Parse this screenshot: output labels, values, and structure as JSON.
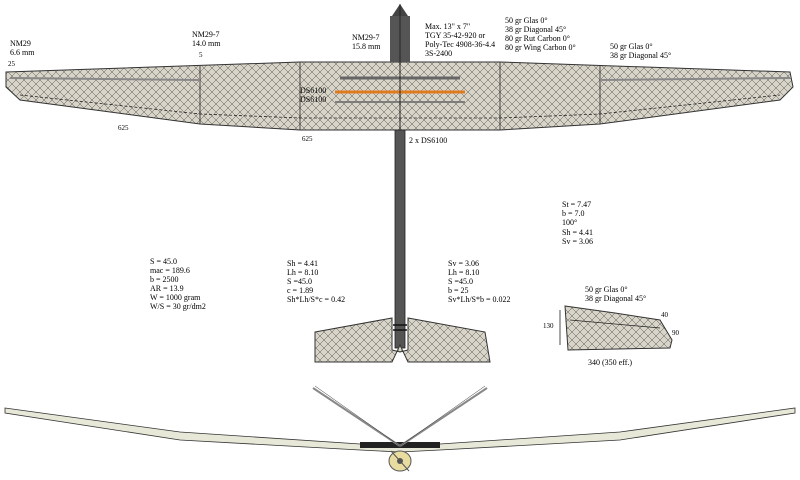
{
  "airfoils": {
    "tip": {
      "name": "NM29",
      "thickness": "6.6 mm"
    },
    "mid": {
      "name": "NM29-7",
      "thickness": "14.0 mm"
    },
    "root": {
      "name": "NM29-7",
      "thickness": "15.8 mm"
    }
  },
  "motor_spec": [
    "Max. 13\" x 7\"",
    "TGY 35-42-920 or",
    "Poly-Tec 4908-36-4.4",
    "3S-2400"
  ],
  "center_layup": [
    "50 gr Glas 0°",
    "38 gr Diagonal 45°",
    "80 gr Rut Carbon 0°",
    "80 gr Wing Carbon 0°"
  ],
  "tip_layup": [
    "50 gr Glas 0°",
    "38 gr Diagonal 45°"
  ],
  "fin_layup": [
    "50 gr Glas 0°",
    "38 gr Diagonal 45°"
  ],
  "dimensions": {
    "tip_chord": "25",
    "mid_chord": "5",
    "left_panel": "625",
    "center_panel": "625",
    "fin_top": "40",
    "fin_root": "130",
    "fin_tip": "90",
    "fin_span": "340 (350 eff.)"
  },
  "servo_labels": {
    "wing": "DS6100",
    "wing2": "DS6100",
    "fuselage": "2 x DS6100"
  },
  "wing_params": [
    "S = 45.0",
    "mac = 189.6",
    "b = 2500",
    "AR = 13.9",
    "W = 1000 gram",
    "W/S = 30 gr/dm2"
  ],
  "htail_params": [
    "Sh = 4.41",
    "Lh = 8.10",
    "S =45.0",
    "c = 1.89",
    "Sh*Lh/S*c = 0.42"
  ],
  "vtail_params": [
    "Sv = 3.06",
    "Lh = 8.10",
    "S =45.0",
    "b = 25",
    "Sv*Lh/S*b = 0.022"
  ],
  "vtail_calc": [
    "St = 7.47",
    "b = 7.0",
    "100°",
    "Sh = 4.41",
    "Sv = 3.06"
  ],
  "colors": {
    "wing_fill": "#d8d4c8",
    "carbon_spar": "#e07a1f",
    "fuselage": "#555555",
    "front_view_wing": "#e8e8d8"
  }
}
